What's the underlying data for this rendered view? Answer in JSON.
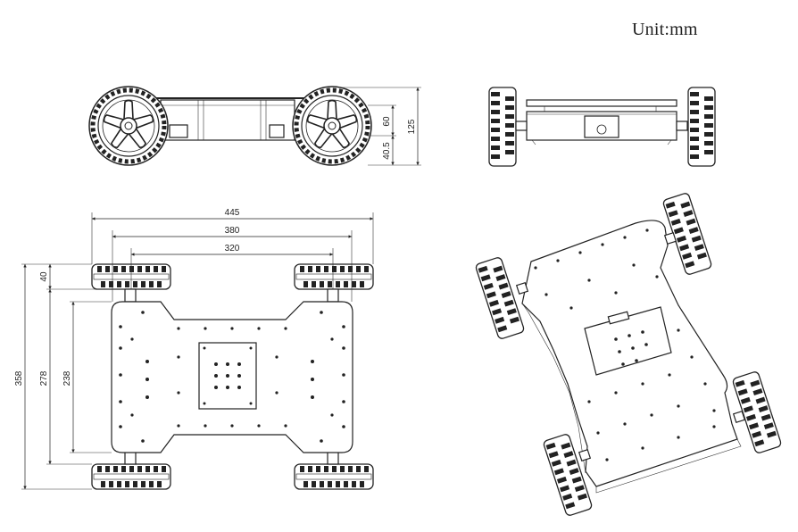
{
  "unit": "Unit:mm",
  "side_view": {
    "dims": [
      "60",
      "40.5",
      "125"
    ]
  },
  "top_view": {
    "width_dims": [
      "445",
      "380",
      "320"
    ],
    "height_dims": [
      "40",
      "358",
      "278",
      "238"
    ]
  }
}
